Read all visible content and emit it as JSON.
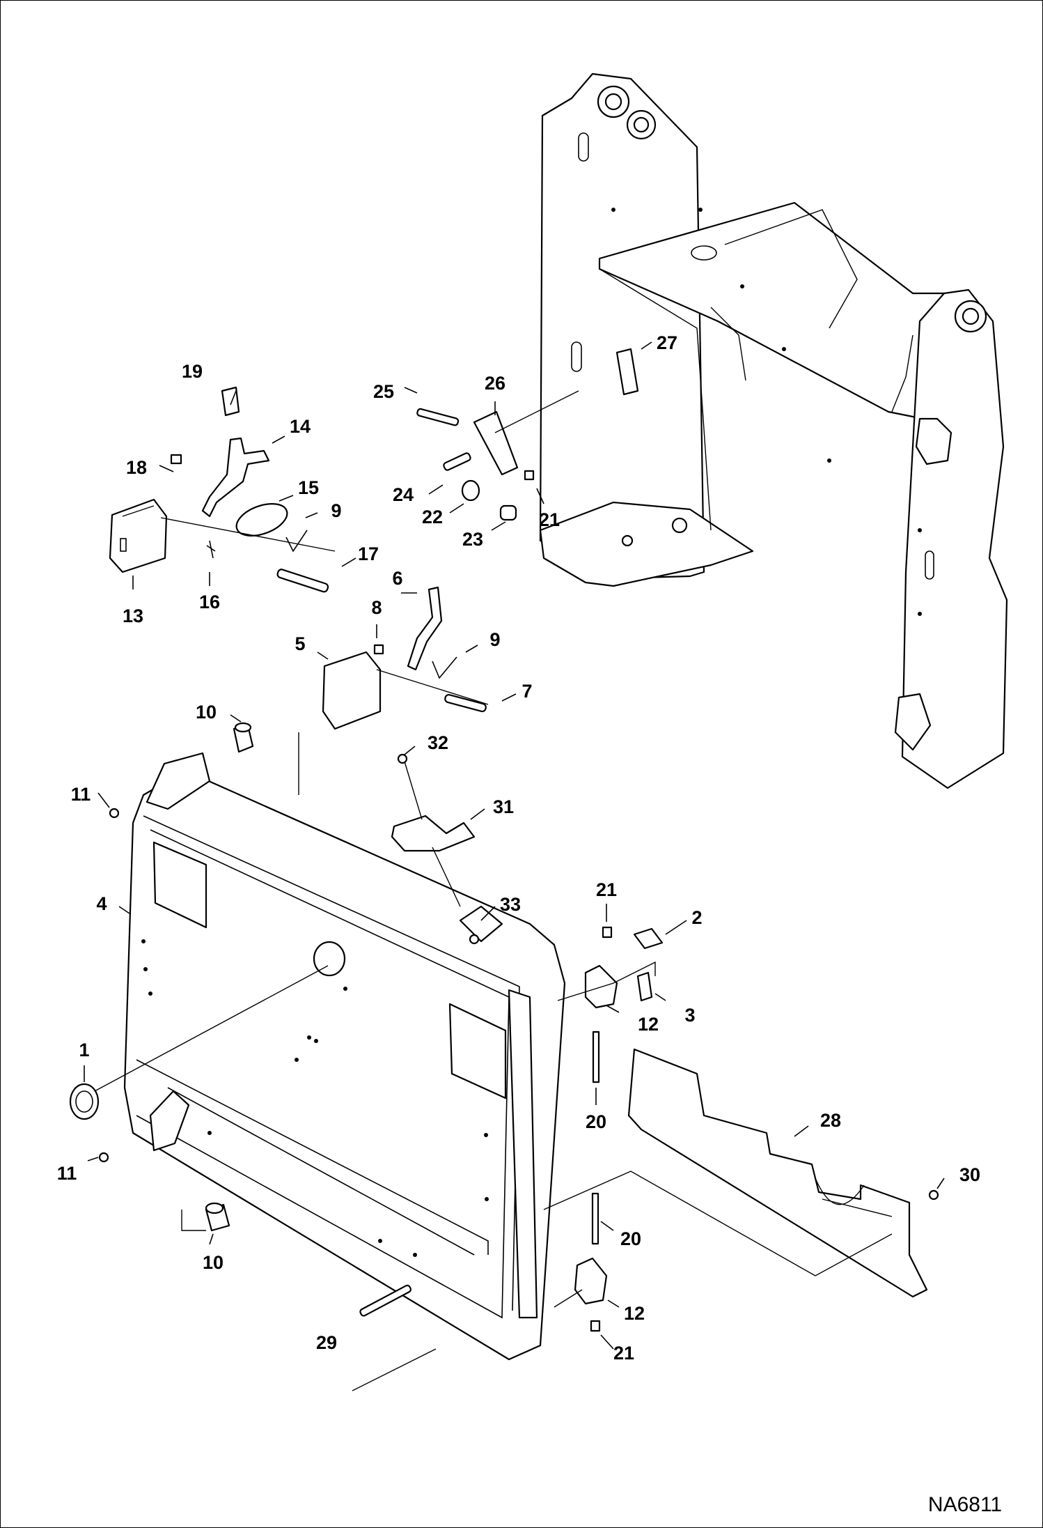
{
  "figure_id": "NA6811",
  "callouts": [
    "1",
    "2",
    "3",
    "4",
    "5",
    "6",
    "7",
    "8",
    "9",
    "9",
    "10",
    "10",
    "11",
    "11",
    "12",
    "12",
    "13",
    "14",
    "15",
    "16",
    "17",
    "18",
    "19",
    "20",
    "20",
    "21",
    "21",
    "21",
    "22",
    "23",
    "24",
    "25",
    "26",
    "27",
    "28",
    "29",
    "30",
    "31",
    "32",
    "33"
  ]
}
